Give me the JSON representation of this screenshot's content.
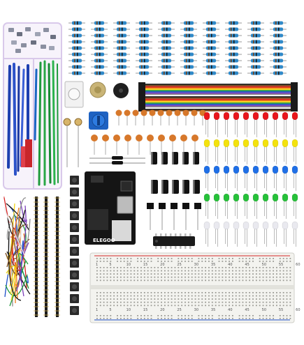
{
  "board": {
    "brand_label": "ELEGOO"
  },
  "breadboard": {
    "top_numbers": [
      "1",
      "5",
      "10",
      "15",
      "20",
      "25",
      "30",
      "35",
      "40",
      "45",
      "50",
      "55",
      "60"
    ],
    "bottom_numbers": [
      "1",
      "5",
      "10",
      "15",
      "20",
      "25",
      "30",
      "35",
      "40",
      "45",
      "50",
      "55",
      "60"
    ]
  },
  "colors": {
    "led_rows": [
      "#e8161c",
      "#f3e20e",
      "#1f6fe6",
      "#27c13a",
      "#e9e9ef"
    ],
    "resistor_body": "#2f89c8",
    "ceramic_cap": "#d7782b",
    "box_outline": "#d9c9ea"
  },
  "icons": [
    "resistor-icon",
    "led-icon",
    "capacitor-icon",
    "potentiometer-icon",
    "buzzer-icon",
    "push-button-icon",
    "ic-chip-icon",
    "breadboard-icon",
    "jumper-wire-icon",
    "pin-header-icon",
    "transistor-icon",
    "power-module-icon"
  ]
}
